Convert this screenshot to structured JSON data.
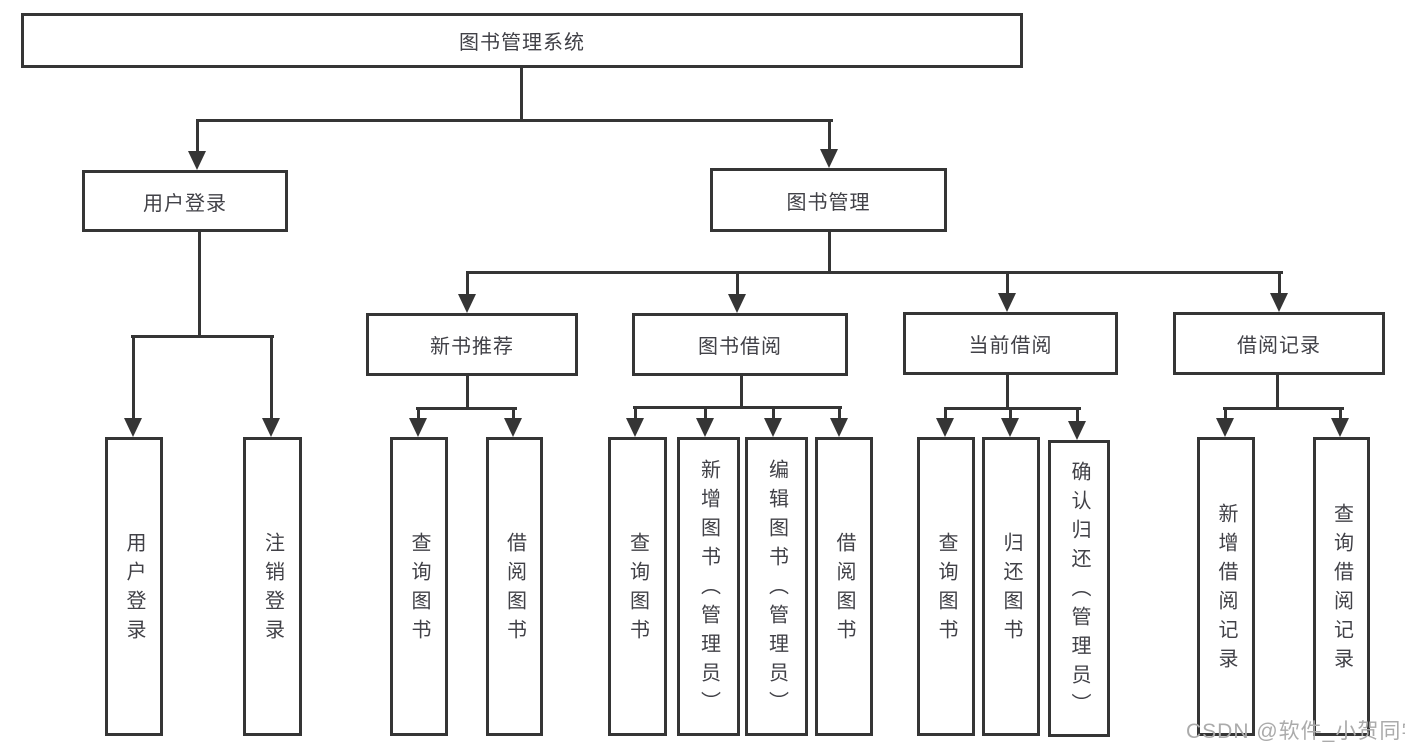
{
  "colors": {
    "line": "#353535",
    "text": "#414147",
    "watermark": "#ababab",
    "bg": "#ffffff"
  },
  "root": {
    "label": "图书管理系统"
  },
  "branches": {
    "user_login": {
      "label": "用户登录"
    },
    "book_management": {
      "label": "图书管理"
    }
  },
  "modules": {
    "new_book_recommendation": {
      "label": "新书推荐"
    },
    "book_borrowing": {
      "label": "图书借阅"
    },
    "current_borrowing": {
      "label": "当前借阅"
    },
    "borrowing_records": {
      "label": "借阅记录"
    }
  },
  "leaves": {
    "user_login": "用户登录",
    "logout": "注销登录",
    "rec_query_books": "查询图书",
    "rec_borrow_books": "借阅图书",
    "borrow_query_books": "查询图书",
    "borrow_add_books_admin": "新增图书（管理员）",
    "borrow_edit_books_admin": "编辑图书（管理员）",
    "borrow_borrow_books": "借阅图书",
    "current_query_books": "查询图书",
    "current_return_books": "归还图书",
    "current_confirm_return_admin": "确认归还（管理员）",
    "records_add_record": "新增借阅记录",
    "records_query_record": "查询借阅记录"
  },
  "watermark": {
    "text": "CSDN @软件_小贺同学"
  }
}
